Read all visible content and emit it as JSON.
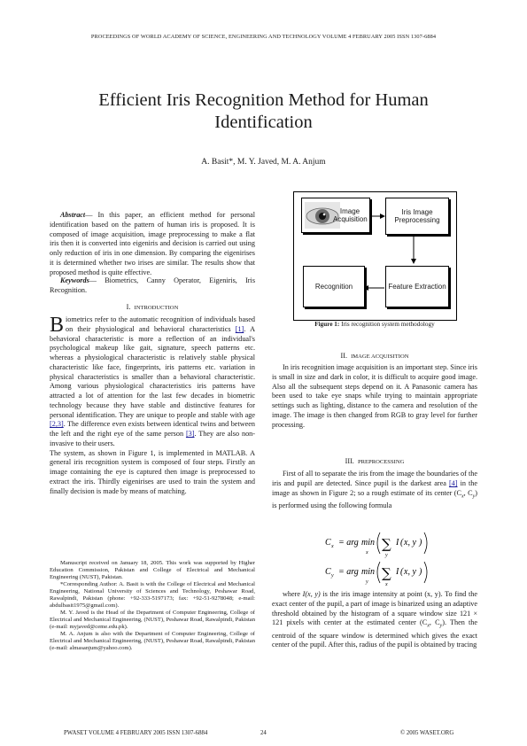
{
  "header": "PROCEEDINGS OF WORLD ACADEMY OF SCIENCE, ENGINEERING AND TECHNOLOGY VOLUME 4 FEBRUARY 2005 ISSN 1307-6884",
  "title": "Efficient Iris Recognition Method for Human Identification",
  "authors": "A. Basit*, M. Y. Javed, M. A. Anjum",
  "abstract": {
    "label": "Abstract",
    "text": "— In this paper, an efficient method for personal identification based on the pattern of human iris is proposed. It is composed of image acquisition, image preprocessing to make a flat iris then it is converted into eigeniris and decision is carried out using only reduction of iris in one dimension. By comparing the eigenirises it is determined whether two irises are similar. The results show that proposed method is quite effective."
  },
  "keywords": {
    "label": "Keywords",
    "text": "— Biometrics, Canny Operator, Eigeniris, Iris Recognition."
  },
  "section1": {
    "num": "I.",
    "title": "Introduction",
    "dropcap": "B",
    "p1a": "iometrics refer to the automatic recognition of individuals based on their physiological and behavioral characteristics ",
    "ref1": "[1]",
    "p1b": ". A behavioral characteristic is more a reflection of an individual's psychological makeup like gait, signature, speech patterns etc. whereas a physiological characteristic is relatively stable physical characteristic like face, fingerprints, iris patterns etc. variation in physical characteristics is smaller than a behavioral characteristic. Among various physiological characteristics iris patterns have attracted a lot of attention for the last few decades in biometric technology because they have stable and distinctive features for personal identification. They are unique to people and stable with age ",
    "ref2": "[2,3]",
    "p1c": ". The difference even exists between identical twins and between the left and the right eye of the same person ",
    "ref3": "[3]",
    "p1d": ". They are also non-invasive to their users.",
    "p2": "The system, as shown in Figure 1, is implemented in MATLAB. A general iris recognition system is composed of four steps. Firstly an image containing the eye is captured then image is preprocessed to extract the iris. Thirdly eigenirises are used to train the system and finally decision is made by means of matching."
  },
  "footnotes": {
    "f1": "Manuscript received on January 18, 2005. This work was supported by Higher Education Commission, Pakistan and College of Electrical and Mechanical Engineering (NUST), Pakistan.",
    "f2": "*Corresponding Author: A. Basit is with the College of Electrical and Mechanical Engineering, National University of Sciences and Technology, Peshawar Road, Rawalpindi, Pakistan (phone: +92-333-5197173; fax: +92-51-9278048; e-mail: abdulbasit1975@gmail.com).",
    "f3": "M. Y. Javed is the Head of the Department of Computer Engineering, College of Electrical and Mechanical Engineering, (NUST), Peshawar Road, Rawalpindi, Pakistan (e-mail: myjaved@ceme.edu.pk).",
    "f4": "M. A. Anjum is also with the Department of Computer Engineering, College of Electrical and Mechanical Engineering, (NUST), Peshawar Road, Rawalpindi, Pakistan (e-mail: almasanjum@yahoo.com)."
  },
  "figure": {
    "box1": "Image Acquisition",
    "box2": "Iris Image Preprocessing",
    "box3": "Recognition",
    "box4": "Feature Extraction",
    "caption_label": "Figure 1:",
    "caption_text": " Iris recognition system methodology"
  },
  "section2": {
    "num": "II.",
    "title": "Image Acquisition",
    "text": "In iris recognition image acquisition is an important step. Since iris is small in size and dark in color, it is difficult to acquire good image. Also all the subsequent steps depend on it. A Panasonic camera has been used to take eye snaps while trying to maintain appropriate settings such as lighting, distance to the camera and resolution of the image. The image is then changed from RGB to gray level for further processing."
  },
  "section3": {
    "num": "III.",
    "title": "Preprocessing",
    "p1a": "First of all to separate the iris from the image the boundaries of the iris and pupil are detected. Since pupil is the darkest area ",
    "ref4": "[4]",
    "p1b": " in the image as shown in Figure 2; so a rough estimate of its center (C",
    "p1c": ", C",
    "p1d": ") is performed using the following formula",
    "formula_cx": "Cx = arg min_x ( Σ_y I(x, y) )",
    "formula_cy": "Cy = arg min_y ( Σ_x I(x, y) )",
    "p2a": "where ",
    "p2var": "I(x, y)",
    "p2b": " is the iris image intensity at point (x, y). To find the exact center of the pupil, a part of image is binarized using an adaptive threshold obtained by the histogram of a square window size 121 × 121 pixels with center at the estimated center (C",
    "p2c": ", C",
    "p2d": "). Then the centroid of the square window is determined which gives the exact center of the pupil. After this, radius of the pupil is obtained by tracing"
  },
  "footer": {
    "left": "PWASET VOLUME 4 FEBRUARY 2005 ISSN 1307-6884",
    "page": "24",
    "right": "© 2005 WASET.ORG"
  }
}
